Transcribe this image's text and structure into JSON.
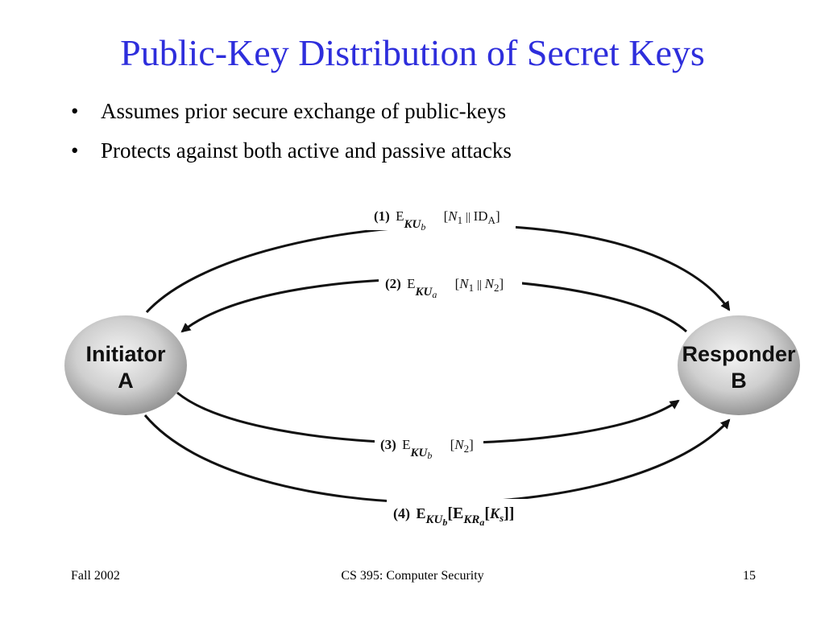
{
  "slide": {
    "title": "Public-Key Distribution of Secret Keys",
    "bullets": [
      "Assumes prior secure exchange of public-keys",
      "Protects against both active and passive attacks"
    ],
    "bullet_glyph": "•"
  },
  "diagram": {
    "nodes": {
      "initiator": {
        "line1": "Initiator",
        "line2": "A"
      },
      "responder": {
        "line1": "Responder",
        "line2": "B"
      }
    },
    "messages": [
      {
        "num": "(1)",
        "op": "E",
        "key": "KU",
        "key_sub": "b",
        "body_open": "[",
        "n": "N",
        "n_sub": "1",
        "sep": " || ",
        "tail": "ID",
        "tail_sub": "A",
        "body_close": "]"
      },
      {
        "num": "(2)",
        "op": "E",
        "key": "KU",
        "key_sub": "a",
        "body_open": "[",
        "n": "N",
        "n_sub": "1",
        "sep": " || ",
        "n2": "N",
        "n2_sub": "2",
        "body_close": "]"
      },
      {
        "num": "(3)",
        "op": "E",
        "key": "KU",
        "key_sub": "b",
        "body_open": "[",
        "n": "N",
        "n_sub": "2",
        "body_close": "]"
      },
      {
        "num": "(4)",
        "op": "E",
        "key": "KU",
        "key_sub": "b",
        "inner_open": "[E",
        "inner_key": "KR",
        "inner_key_sub": "a",
        "inner_body_open": "[",
        "ks": "K",
        "ks_sub": "s",
        "inner_close": "]]"
      }
    ],
    "colors": {
      "arrow": "#111111",
      "node_fill_light": "#f4f4f4",
      "node_fill_dark": "#8a8a8a"
    }
  },
  "footer": {
    "left": "Fall 2002",
    "center": "CS 395: Computer Security",
    "right": "15"
  },
  "theme": {
    "title_color": "#2e2edc"
  }
}
